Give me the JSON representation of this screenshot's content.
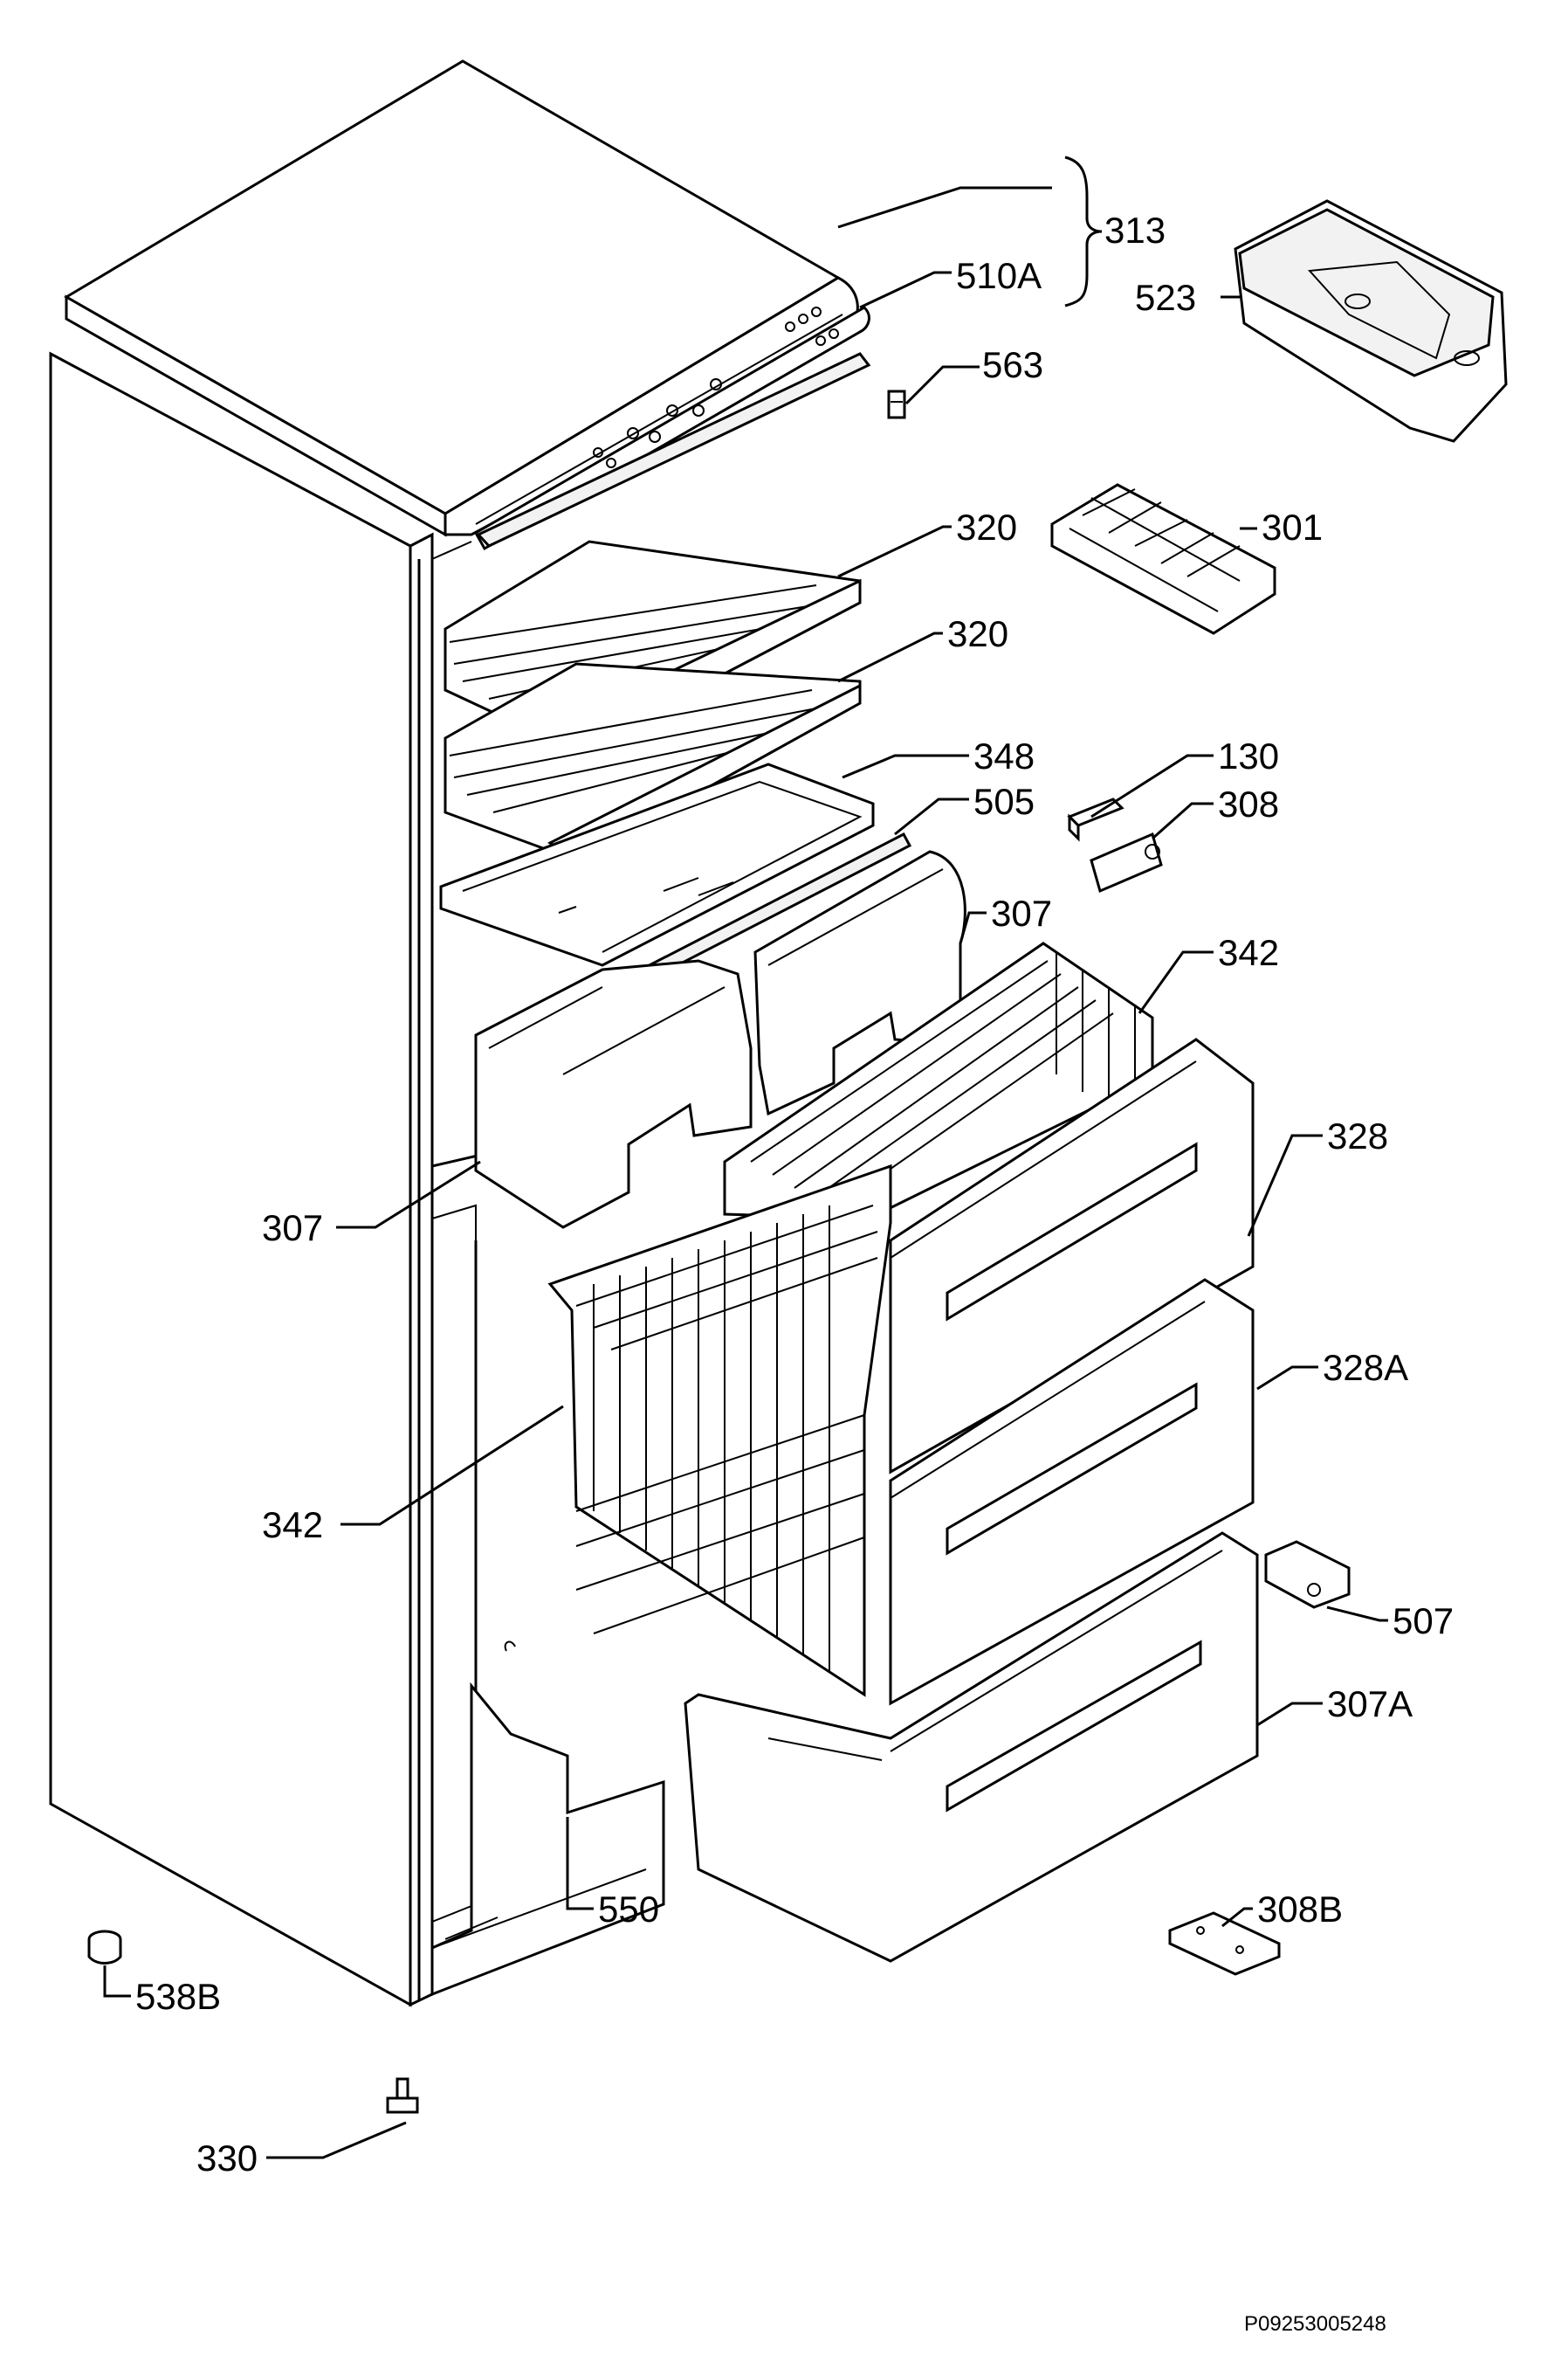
{
  "reference_code": "P09253005248",
  "callouts": {
    "c313": "313",
    "c510a": "510A",
    "c523": "523",
    "c563": "563",
    "c320a": "320",
    "c320b": "320",
    "c301": "301",
    "c348": "348",
    "c505": "505",
    "c130": "130",
    "c308": "308",
    "c307a": "307",
    "c342a": "342",
    "c328": "328",
    "c307b": "307",
    "c328a": "328A",
    "c342b": "342",
    "c507": "507",
    "c307A": "307A",
    "c550": "550",
    "c308b": "308B",
    "c538b": "538B",
    "c330": "330"
  }
}
